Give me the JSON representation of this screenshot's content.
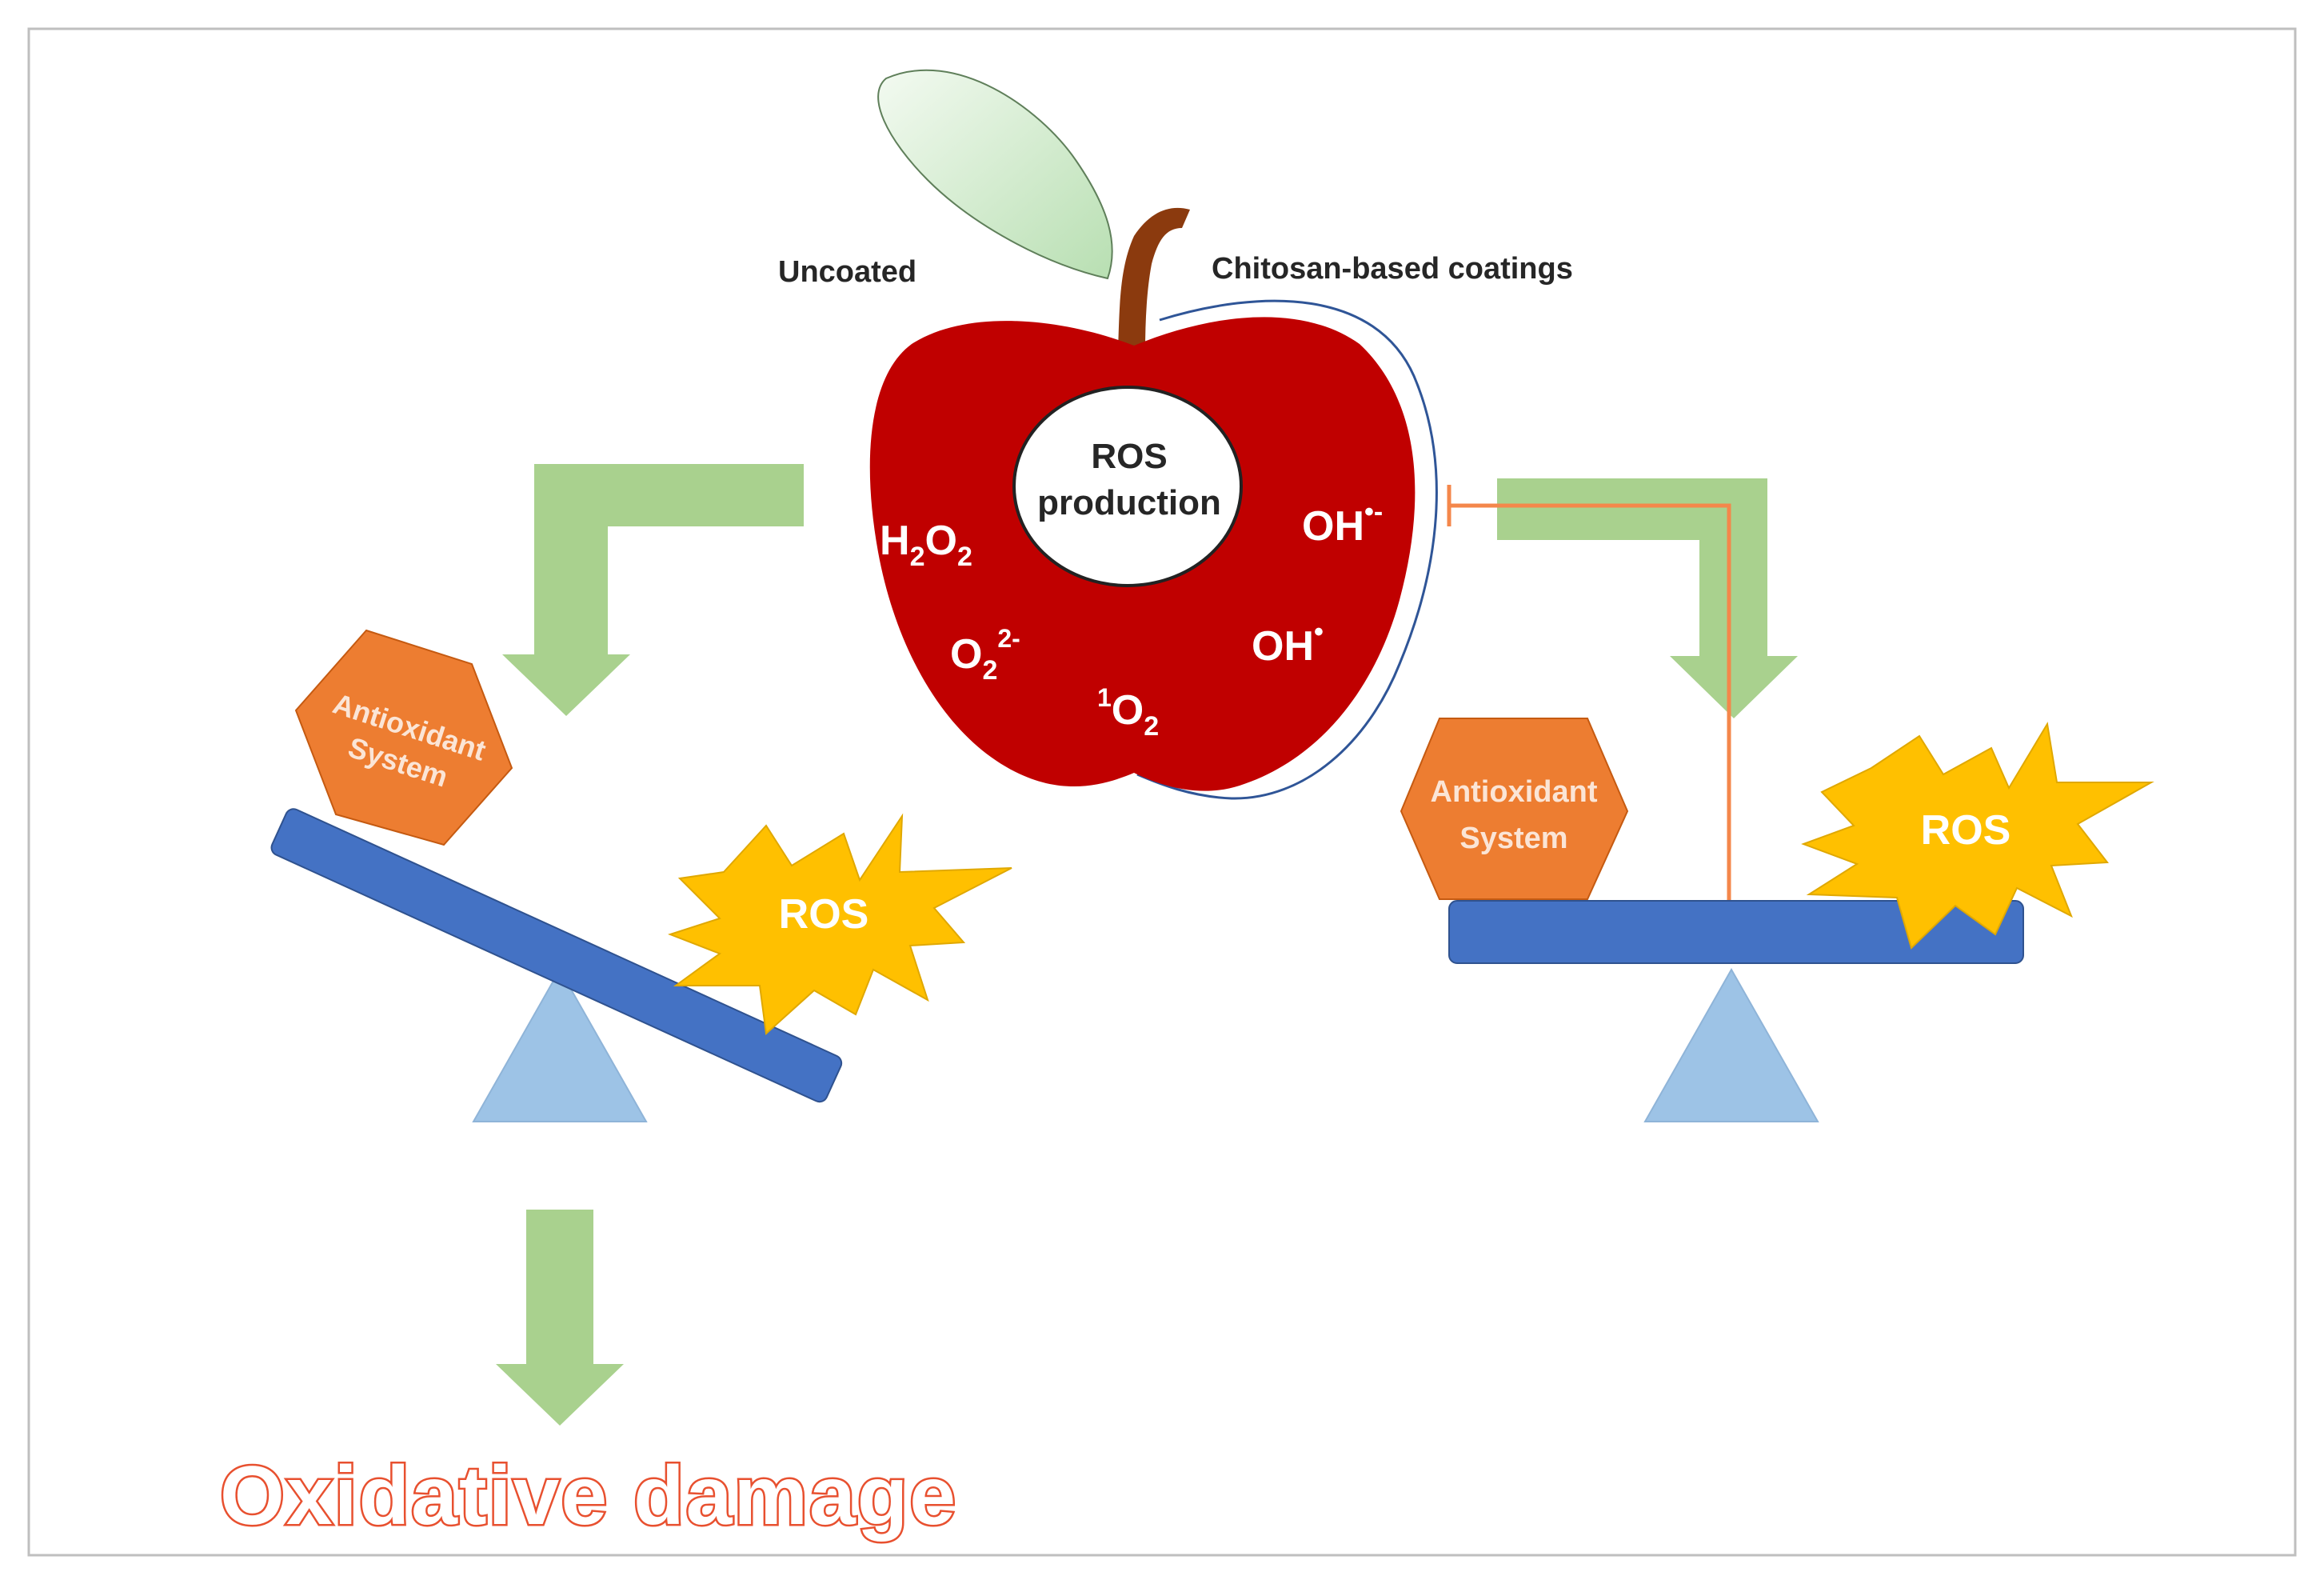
{
  "labels": {
    "uncoated": "Uncoated",
    "coated": "Chitosan-based  coatings",
    "ros_production_line1": "ROS",
    "ros_production_line2": "production",
    "antioxidant_line1": "Antioxidant",
    "antioxidant_line2": "System",
    "ros": "ROS",
    "oxidative_damage": "Oxidative damage"
  },
  "species": {
    "h2o2": {
      "a": "H",
      "a_sub": "2",
      "b": "O",
      "b_sub": "2"
    },
    "o2_2minus": {
      "a": "O",
      "a_sub": "2",
      "a_sup": "2-"
    },
    "singlet_o2": {
      "pre_sup": "1",
      "a": "O",
      "a_sub": "2"
    },
    "oh_radical_anion": {
      "a": "OH",
      "a_sup": "•-"
    },
    "oh_radical": {
      "a": "OH",
      "a_sup": "•"
    }
  },
  "colors": {
    "apple_red": "#c00000",
    "stem_brown": "#8b3a0e",
    "leaf_green": "#d4ebd0",
    "arrow_green": "#a9d18e",
    "beam_blue": "#4472c4",
    "fulcrum_blue": "#9dc3e6",
    "antioxidant_orange": "#ed7d31",
    "ros_yellow": "#ffc000",
    "inhibit_line": "#f4874b",
    "coating_outline": "#2f5597",
    "damage_text": "#e8502f"
  }
}
